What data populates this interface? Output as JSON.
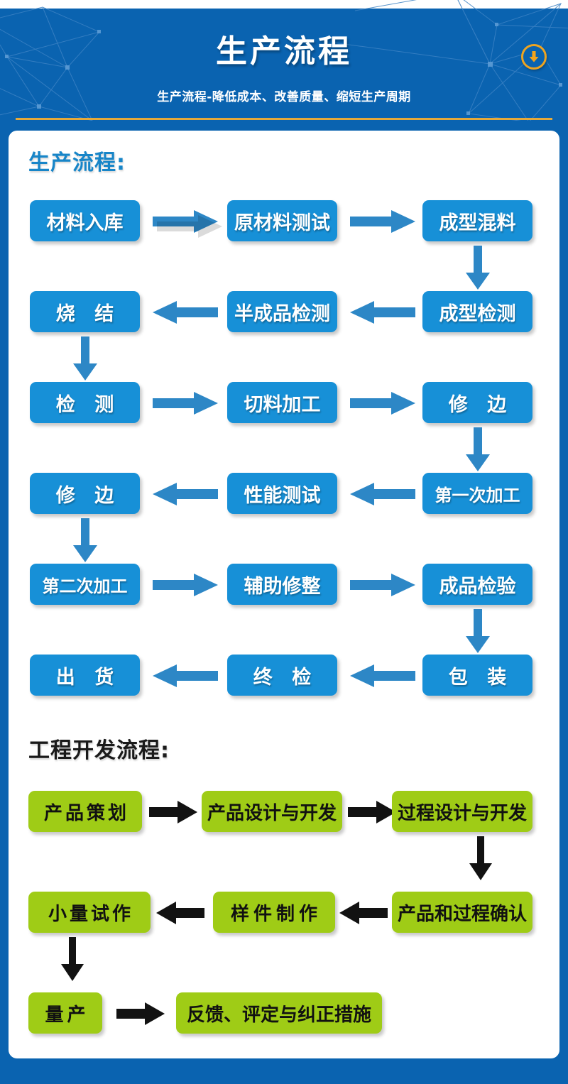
{
  "header": {
    "title": "生产流程",
    "subtitle": "生产流程-降低成本、改善质量、缩短生产周期",
    "download_icon": "download-arrow-icon"
  },
  "sections": [
    {
      "id": "production",
      "title": "生产流程:",
      "color": "#1790d7",
      "nodes": [
        "材料入库",
        "原材料测试",
        "成型混料",
        "成型检测",
        "半成品检测",
        "烧 结",
        "检 测",
        "切料加工",
        "修 边",
        "第一次加工",
        "性能测试",
        "修 边",
        "第二次加工",
        "辅助修整",
        "成品检验",
        "包 装",
        "终 检",
        "出 货"
      ]
    },
    {
      "id": "engineering",
      "title": "工程开发流程:",
      "color": "#9fcc16",
      "nodes": [
        "产品策划",
        "产品设计与开发",
        "过程设计与开发",
        "产品和过程确认",
        "样件制作",
        "小量试作",
        "量产",
        "反馈、评定与纠正措施"
      ]
    }
  ],
  "flow": {
    "production_nodes": {
      "n1": "材料入库",
      "n2": "原材料测试",
      "n3": "成型混料",
      "n4": "成型检测",
      "n5": "半成品检测",
      "n6": "烧 结",
      "n7": "检 测",
      "n8": "切料加工",
      "n9": "修 边",
      "n10": "第一次加工",
      "n11": "性能测试",
      "n12": "修 边",
      "n13": "第二次加工",
      "n14": "辅助修整",
      "n15": "成品检验",
      "n16": "包 装",
      "n17": "终 检",
      "n18": "出 货"
    },
    "engineering_nodes": {
      "g1": "产品策划",
      "g2": "产品设计与开发",
      "g3": "过程设计与开发",
      "g4": "产品和过程确认",
      "g5": "样件制作",
      "g6": "小量试作",
      "g7": "量产",
      "g8": "反馈、评定与纠正措施"
    }
  },
  "colors": {
    "frame_blue": "#0a63b0",
    "node_blue": "#1790d7",
    "node_green": "#9fcc16",
    "arrow_blue": "#2a87c8",
    "arrow_black": "#111111",
    "gold_rule": "#e5a93b",
    "accent_orange": "#eda421",
    "title_blue": "#1785c8"
  }
}
